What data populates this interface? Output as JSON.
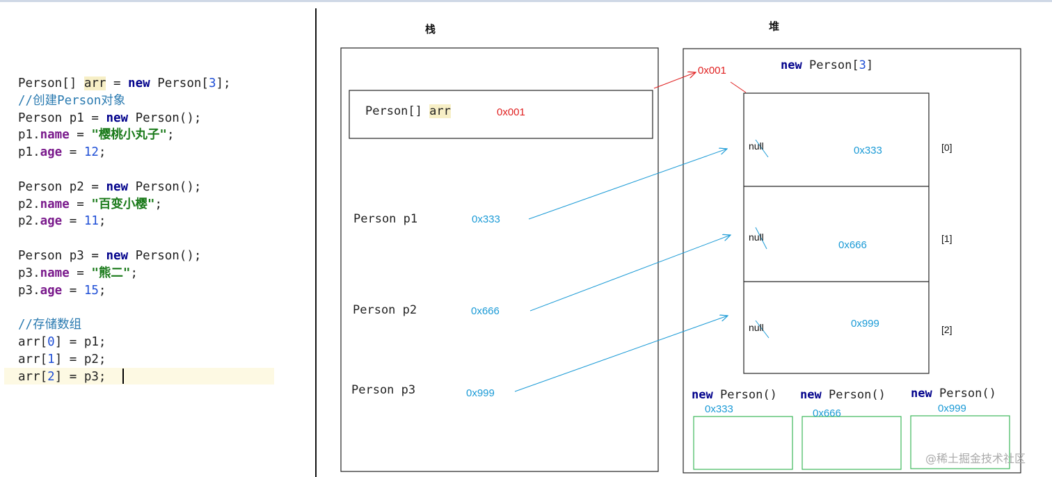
{
  "code": {
    "line1": {
      "t1": "Person[] ",
      "var": "arr",
      "t2": " = ",
      "kw": "new",
      "t3": " Person[",
      "num": "3",
      "t4": "];"
    },
    "comment1": "//创建Person对象",
    "p1_decl": {
      "t1": "Person p1 = ",
      "kw": "new",
      "t2": " Person();"
    },
    "p1_name": {
      "obj": "p1.",
      "field": "name",
      "eq": " = ",
      "str": "\"樱桃小丸子\"",
      "end": ";"
    },
    "p1_age": {
      "obj": "p1.",
      "field": "age",
      "eq": " = ",
      "num": "12",
      "end": ";"
    },
    "p2_decl": {
      "t1": "Person p2 = ",
      "kw": "new",
      "t2": " Person();"
    },
    "p2_name": {
      "obj": "p2.",
      "field": "name",
      "eq": " = ",
      "str": "\"百变小樱\"",
      "end": ";"
    },
    "p2_age": {
      "obj": "p2.",
      "field": "age",
      "eq": " = ",
      "num": "11",
      "end": ";"
    },
    "p3_decl": {
      "t1": "Person p3 = ",
      "kw": "new",
      "t2": " Person();"
    },
    "p3_name": {
      "obj": "p3.",
      "field": "name",
      "eq": " = ",
      "str": "\"熊二\"",
      "end": ";"
    },
    "p3_age": {
      "obj": "p3.",
      "field": "age",
      "eq": " = ",
      "num": "15",
      "end": ";"
    },
    "comment2": "//存储数组",
    "assign0": {
      "t1": "arr[",
      "idx": "0",
      "t2": "] = p1;"
    },
    "assign1": {
      "t1": "arr[",
      "idx": "1",
      "t2": "] = p2;"
    },
    "assign2": {
      "t1": "arr[",
      "idx": "2",
      "t2": "] = p3;"
    }
  },
  "diagram": {
    "stack_title": "栈",
    "heap_title": "堆",
    "stack": {
      "arr_type": "Person[] ",
      "arr_var": "arr",
      "arr_addr": "0x001",
      "p1_label": "Person p1",
      "p1_addr": "0x333",
      "p2_label": "Person p2",
      "p2_addr": "0x666",
      "p3_label": "Person p3",
      "p3_addr": "0x999"
    },
    "heap": {
      "array_addr": "0x001",
      "array_kw": "new",
      "array_type": " Person[",
      "array_len": "3",
      "array_close": "]",
      "cells": [
        {
          "null": "null",
          "addr": "0x333",
          "index": "[0]"
        },
        {
          "null": "null",
          "addr": "0x666",
          "index": "[1]"
        },
        {
          "null": "null",
          "addr": "0x999",
          "index": "[2]"
        }
      ],
      "objects": [
        {
          "kw": "new",
          "type": " Person()",
          "addr": "0x333"
        },
        {
          "kw": "new",
          "type": " Person()",
          "addr": "0x666"
        },
        {
          "kw": "new",
          "type": " Person()",
          "addr": "0x999"
        }
      ]
    },
    "colors": {
      "pointer": "#1a9ad6",
      "array_pointer": "#e02020",
      "object_box": "#3cb85a"
    }
  },
  "watermark": "@稀土掘金技术社区"
}
